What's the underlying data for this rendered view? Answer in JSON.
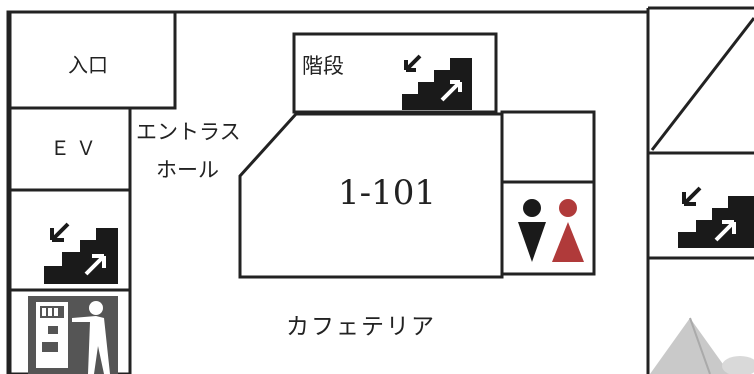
{
  "rooms": {
    "entrance": "入口",
    "elevator": "ＥＶ",
    "stairs": "階段",
    "entrance_hall": [
      "エントラス",
      "ホール"
    ],
    "room_1_101": "1-101",
    "cafeteria": "カフェテリア"
  },
  "icons": {
    "stairs": "stairs-up-down-icon",
    "restroom": "restroom-icon",
    "vending_machine": "vending-machine-icon",
    "tent": "tent-shape"
  },
  "colors": {
    "wall": "#222222",
    "icon_dark": "#1a1a1a",
    "restroom_female": "#b03a3a",
    "vending_bg": "#555555"
  }
}
